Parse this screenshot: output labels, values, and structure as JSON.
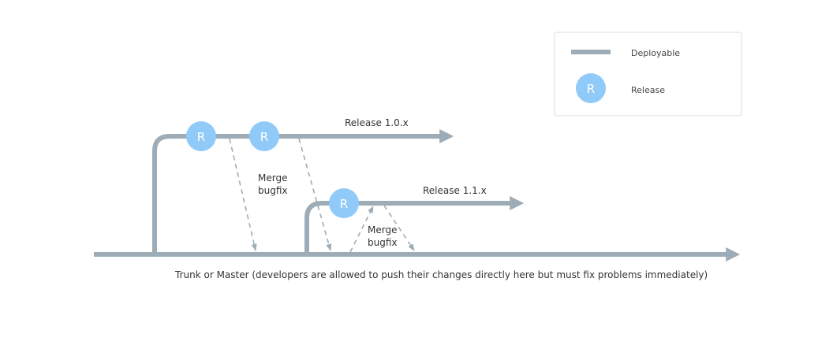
{
  "colors": {
    "branch": "#9DACB6",
    "release_circle": "#90CAF9",
    "text": "#333333",
    "legend_border": "#DADFE3"
  },
  "legend": {
    "deployable_label": "Deployable",
    "release_label": "Release",
    "release_symbol": "R"
  },
  "branches": {
    "release_10": "Release 1.0.x",
    "release_11": "Release 1.1.x",
    "trunk": "Trunk or Master (developers are allowed to push their changes directly here but must fix problems immediately)"
  },
  "releases": [
    {
      "symbol": "R"
    },
    {
      "symbol": "R"
    },
    {
      "symbol": "R"
    }
  ],
  "merges": [
    {
      "line1": "Merge",
      "line2": "bugfix"
    },
    {
      "line1": "Merge",
      "line2": "bugfix"
    }
  ]
}
